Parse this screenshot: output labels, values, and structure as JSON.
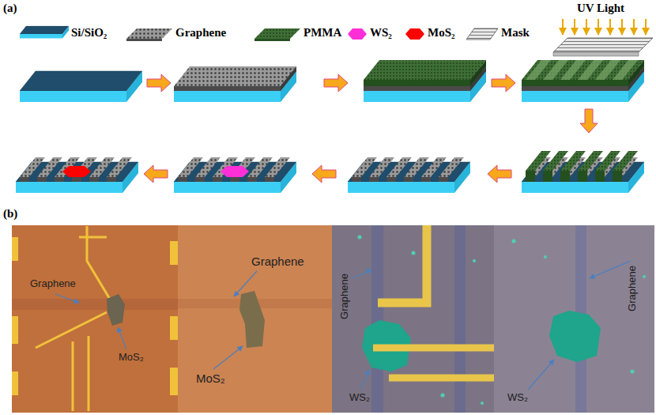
{
  "diagram": {
    "labels": [
      "(a)",
      "UV Light",
      "(b)",
      "Graphene",
      "MoS₂",
      "Graphene",
      "MoS₂",
      "Graphene",
      "WS₂",
      "Graphene",
      "WS₂"
    ],
    "legend": [
      {
        "text": "Si/SiO₂"
      },
      {
        "text": "Graphene"
      },
      {
        "text": "PMMA"
      },
      {
        "text": "WS₂"
      },
      {
        "text": "MoS₂"
      },
      {
        "text": "Mask"
      }
    ]
  }
}
